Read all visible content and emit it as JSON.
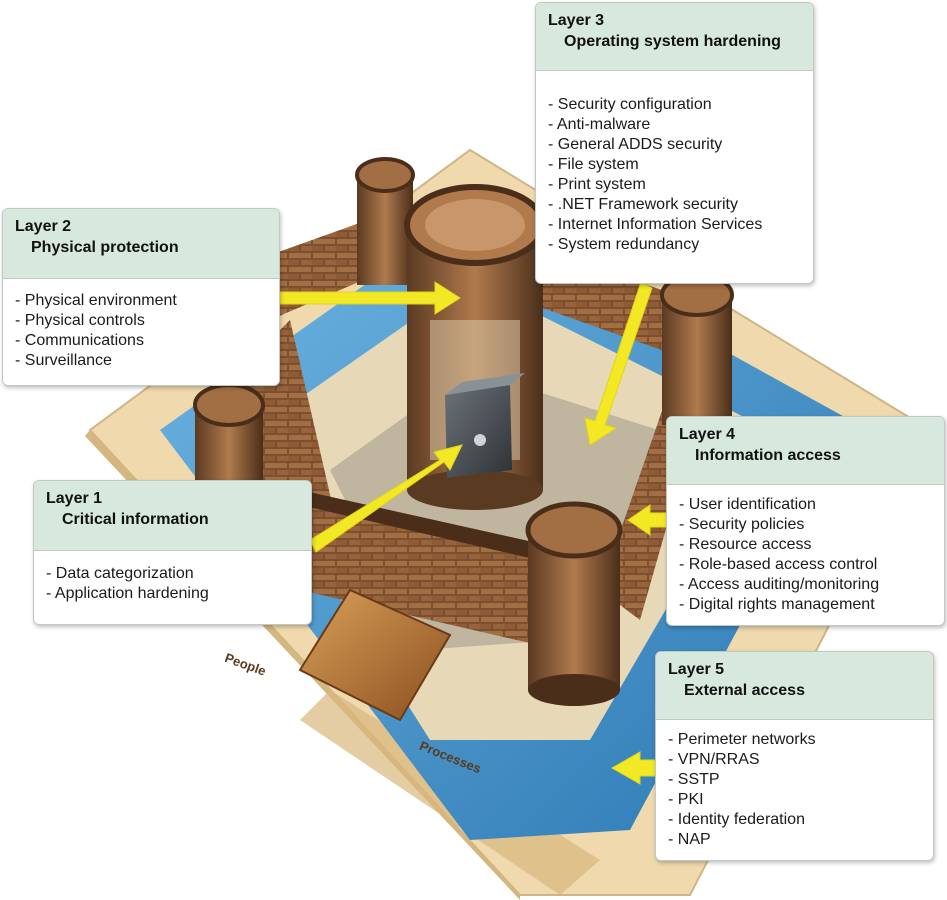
{
  "colors": {
    "header_fill": "#d7e8dd",
    "arrow": "#f2e824",
    "moat": "#3d8fc6",
    "parchment": "#efd9ad",
    "brick": "#8a5a38"
  },
  "ground_labels": {
    "people": "People",
    "processes": "Processes"
  },
  "callouts": [
    {
      "id": "layer3",
      "label": "Layer 3",
      "title": "Operating system hardening",
      "items": [
        "Security configuration",
        "Anti-malware",
        "General ADDS security",
        "File system",
        "Print system",
        ".NET Framework security",
        "Internet Information Services",
        "System redundancy"
      ]
    },
    {
      "id": "layer2",
      "label": "Layer 2",
      "title": "Physical protection",
      "items": [
        "Physical environment",
        "Physical controls",
        "Communications",
        "Surveillance"
      ]
    },
    {
      "id": "layer1",
      "label": "Layer 1",
      "title": "Critical information",
      "items": [
        "Data categorization",
        "Application hardening"
      ]
    },
    {
      "id": "layer4",
      "label": "Layer 4",
      "title": "Information access",
      "items": [
        "User identification",
        "Security policies",
        "Resource access",
        "Role-based access control",
        "Access auditing/monitoring",
        "Digital rights management"
      ]
    },
    {
      "id": "layer5",
      "label": "Layer 5",
      "title": "External access",
      "items": [
        "Perimeter networks",
        "VPN/RRAS",
        "SSTP",
        "PKI",
        "Identity federation",
        "NAP"
      ]
    }
  ]
}
